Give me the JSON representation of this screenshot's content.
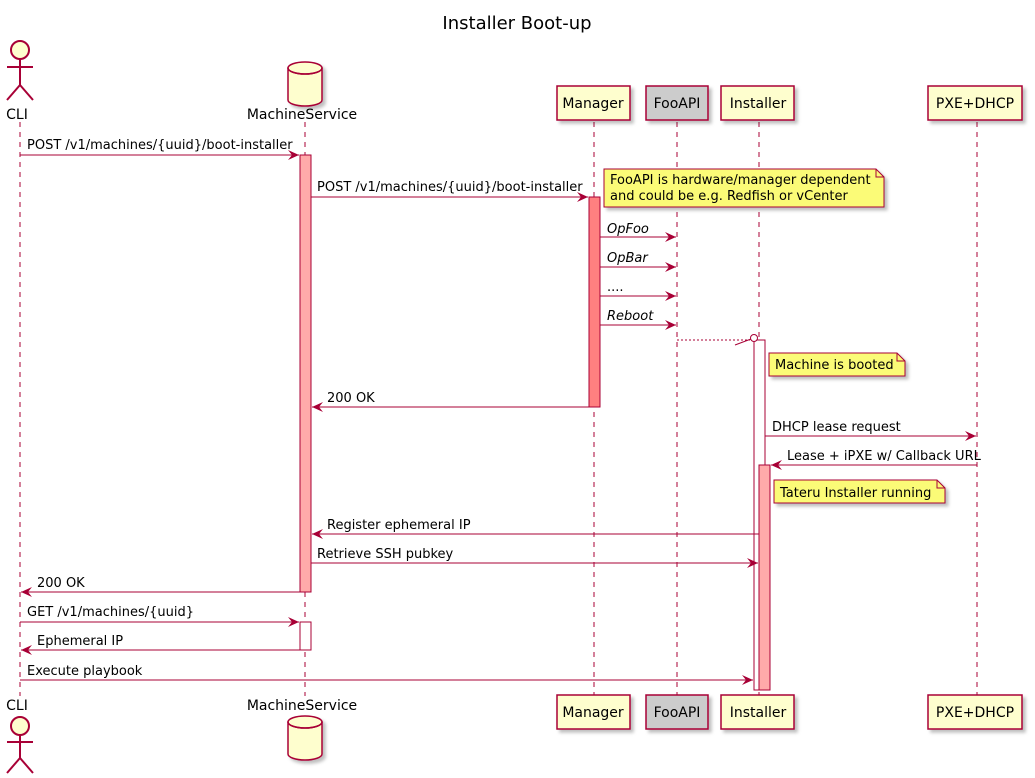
{
  "diagram": {
    "title": "Installer Boot-up",
    "participants": {
      "cli": "CLI",
      "machineservice": "MachineService",
      "manager": "Manager",
      "fooapi": "FooAPI",
      "installer": "Installer",
      "pxe": "PXE+DHCP"
    },
    "messages": {
      "m1": "POST /v1/machines/{uuid}/boot-installer",
      "m2": "POST /v1/machines/{uuid}/boot-installer",
      "m3": "OpFoo",
      "m4": "OpBar",
      "m5": "....",
      "m6": "Reboot",
      "m7": "200 OK",
      "m8": "DHCP lease request",
      "m9": "Lease + iPXE w/ Callback URL",
      "m10": "Register ephemeral IP",
      "m11": "Retrieve SSH pubkey",
      "m12": "200 OK",
      "m13": "GET /v1/machines/{uuid}",
      "m14": "Ephemeral IP",
      "m15": "Execute playbook"
    },
    "notes": {
      "fooapi_line1": "FooAPI is hardware/manager dependent",
      "fooapi_line2": "and could be e.g. Redfish or vCenter",
      "booted": "Machine is booted",
      "running": "Tateru Installer running"
    },
    "colors": {
      "line": "#a80036",
      "participant_fill": "#fefece",
      "fooapi_fill": "#cccccc",
      "activation_fill": "#ffaaaa",
      "activation_dark": "#ff8080",
      "note_fill": "#fbfb77"
    }
  }
}
